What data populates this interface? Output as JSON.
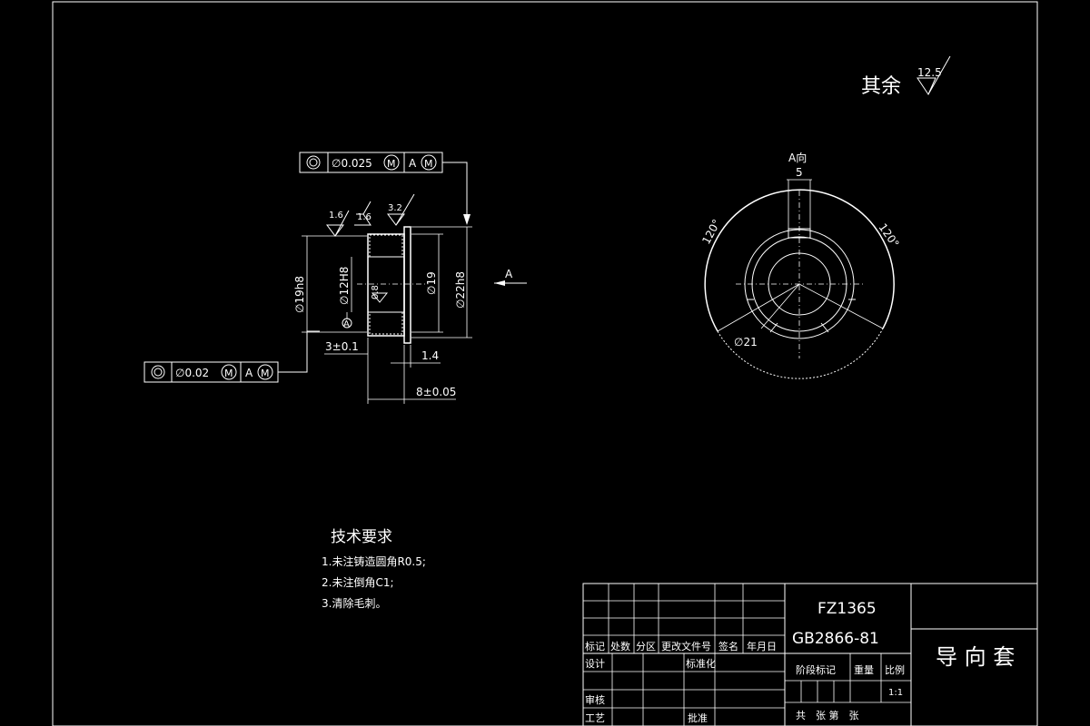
{
  "roughness_note": {
    "label": "其余",
    "value": "12.5"
  },
  "fcf_top": {
    "symbol": "◎",
    "tolerance": "∅0.025",
    "mod": "M",
    "datum": "A",
    "datum_mod": "M"
  },
  "fcf_bottom": {
    "symbol": "◎",
    "tolerance": "∅0.02",
    "mod": "M",
    "datum": "A",
    "datum_mod": "M"
  },
  "section_view": {
    "roughness": [
      "1.6",
      "1.6",
      "3.2"
    ],
    "dims": {
      "d19h8": "∅19h8",
      "d12H8": "∅12H8",
      "d19": "∅19",
      "d22h8": "∅22h8",
      "datum_A": "A",
      "view_A": "A",
      "angle_rough": "0.8",
      "len_3": "3±0.1",
      "len_14": "1.4",
      "len_8": "8±0.05"
    }
  },
  "view_a": {
    "title": "A向",
    "width": "5",
    "angle_left": "120°",
    "angle_right": "120°",
    "diameter": "∅21"
  },
  "tech_req": {
    "title": "技术要求",
    "items": [
      "1.未注铸造圆角R0.5;",
      "2.未注倒角C1;",
      "3.清除毛刺。"
    ]
  },
  "title_block": {
    "code": "FZ1365",
    "standard": "GB2866-81",
    "part_name": "导 向 套",
    "headers": [
      "标记",
      "处数",
      "分区",
      "更改文件号",
      "签名",
      "年月日"
    ],
    "design": "设计",
    "standardization": "标准化",
    "review": "审核",
    "process": "工艺",
    "approve": "批准",
    "stage_mark": "阶段标记",
    "weight": "重量",
    "scale_label": "比例",
    "scale": "1:1",
    "sheets": "共　张 第　张"
  }
}
